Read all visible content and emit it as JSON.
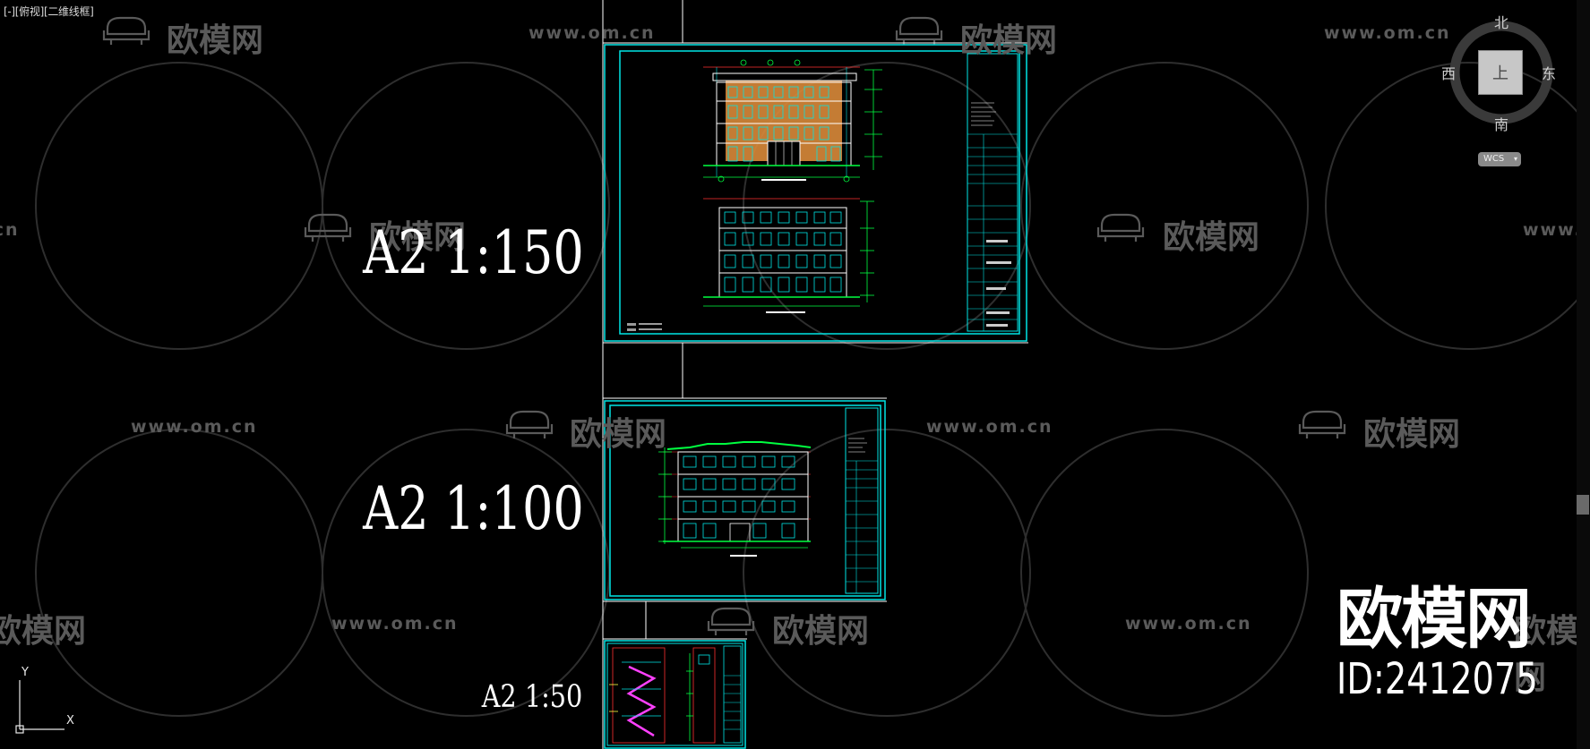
{
  "viewport": {
    "view_label": "[-][俯视][二维线框]",
    "background": "#000000"
  },
  "sheets": {
    "scale_labels": [
      "A2 1:150",
      "A2 1:100",
      "A2 1:50"
    ],
    "frame_color": "#00ffff",
    "elevation_fill": "#d98a3a"
  },
  "viewcube": {
    "north": "北",
    "south": "南",
    "east": "东",
    "west": "西",
    "face": "上",
    "wcs": "WCS"
  },
  "ucs": {
    "x_label": "X",
    "y_label": "Y"
  },
  "watermark": {
    "brand": "欧模网",
    "site": "www.om.cn",
    "id": "ID:2412075"
  }
}
